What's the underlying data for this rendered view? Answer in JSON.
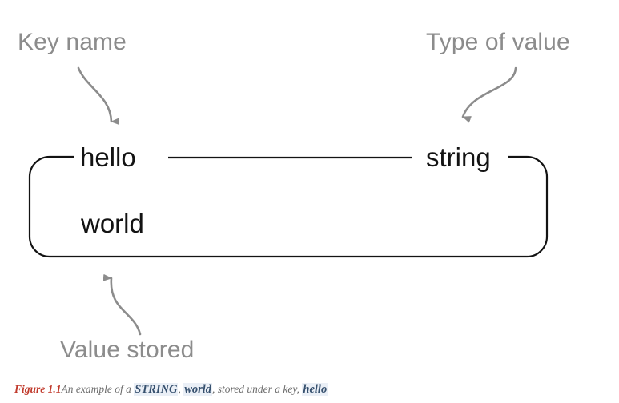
{
  "figure": {
    "annotations": {
      "key_name": "Key name",
      "type_of_value": "Type of value",
      "value_stored": "Value stored"
    },
    "entry": {
      "key": "hello",
      "value": "world",
      "type": "string"
    },
    "caption": {
      "number": "Figure 1.1",
      "part1": "An example of a ",
      "code1": "STRING",
      "part2": ", ",
      "code2": "world",
      "part3": ", stored under a key, ",
      "code3": "hello"
    },
    "colors": {
      "annotation_gray": "#8c8c8c",
      "arrow_gray": "#8c8c8c",
      "box_stroke": "#131313",
      "entry_text": "#131313",
      "caption_number_red": "#c0392b",
      "caption_body_gray": "#6d6d6d",
      "code_term_blue": "#36506e",
      "code_term_bg": "#eaeff6",
      "background": "#ffffff"
    },
    "icons": {
      "arrow_key": "curved-arrow-down-icon",
      "arrow_type": "curved-arrow-down-left-icon",
      "arrow_value": "curved-arrow-up-icon"
    }
  }
}
